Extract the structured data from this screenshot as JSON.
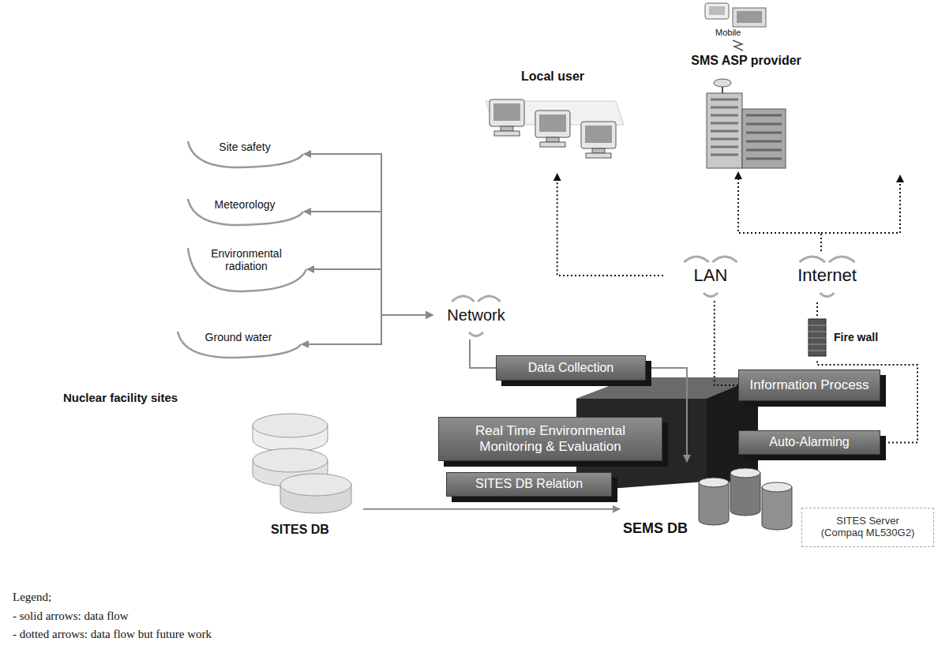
{
  "diagram": {
    "nodes": [
      {
        "text": [
          "Local user"
        ]
      },
      {
        "text": [
          "SMS ASP provider"
        ]
      },
      {
        "text": [
          "Site safety"
        ]
      },
      {
        "text": [
          "Meteorology"
        ]
      },
      {
        "text": [
          "Environmental radiation"
        ]
      },
      {
        "text": [
          "LAN"
        ]
      },
      {
        "text": [
          "Internet"
        ]
      },
      {
        "text": [
          "Network"
        ]
      },
      {
        "text": [
          "Ground water"
        ]
      },
      {
        "text": [
          "Fire wall"
        ]
      },
      {
        "text": [
          "Data Collection"
        ]
      },
      {
        "text": [
          "Information Process"
        ]
      },
      {
        "text": [
          "Real Time Environmental Monitoring & Evaluation"
        ]
      },
      {
        "text": [
          "Auto-Alarming"
        ]
      },
      {
        "text": [
          "SITES DB Relation"
        ]
      },
      {
        "text": [
          "SEMS DB"
        ]
      },
      {
        "text": [
          "SITES Server (Compaq ML530G2)"
        ]
      },
      {
        "text": [
          "SITES DB"
        ]
      }
    ],
    "edges": [
      {
        "from": 2,
        "to": 7,
        "arrow": "both"
      },
      {
        "from": 3,
        "to": 7,
        "arrow": "both"
      },
      {
        "from": 4,
        "to": 7,
        "arrow": "both"
      },
      {
        "from": 8,
        "to": 7,
        "arrow": "both"
      },
      {
        "from": 7,
        "to": 10,
        "arrow": "none"
      },
      {
        "from": 10,
        "to": 15,
        "arrow": "to"
      },
      {
        "from": 17,
        "to": 15,
        "arrow": "to"
      },
      {
        "from": 11,
        "to": 5,
        "arrow": "none"
      },
      {
        "from": 5,
        "to": 0,
        "arrow": "to"
      },
      {
        "from": 13,
        "to": 9,
        "arrow": "none"
      },
      {
        "from": 9,
        "to": 6,
        "arrow": "none"
      },
      {
        "from": 6,
        "to": 1,
        "arrow": "to"
      }
    ],
    "labels": [
      "Mobile",
      "Nuclear facility sites",
      "Legend;"
    ],
    "legend": [
      {
        "text": "- solid arrows: data flow"
      },
      {
        "text": "- dotted arrows: data flow but future work"
      }
    ]
  }
}
